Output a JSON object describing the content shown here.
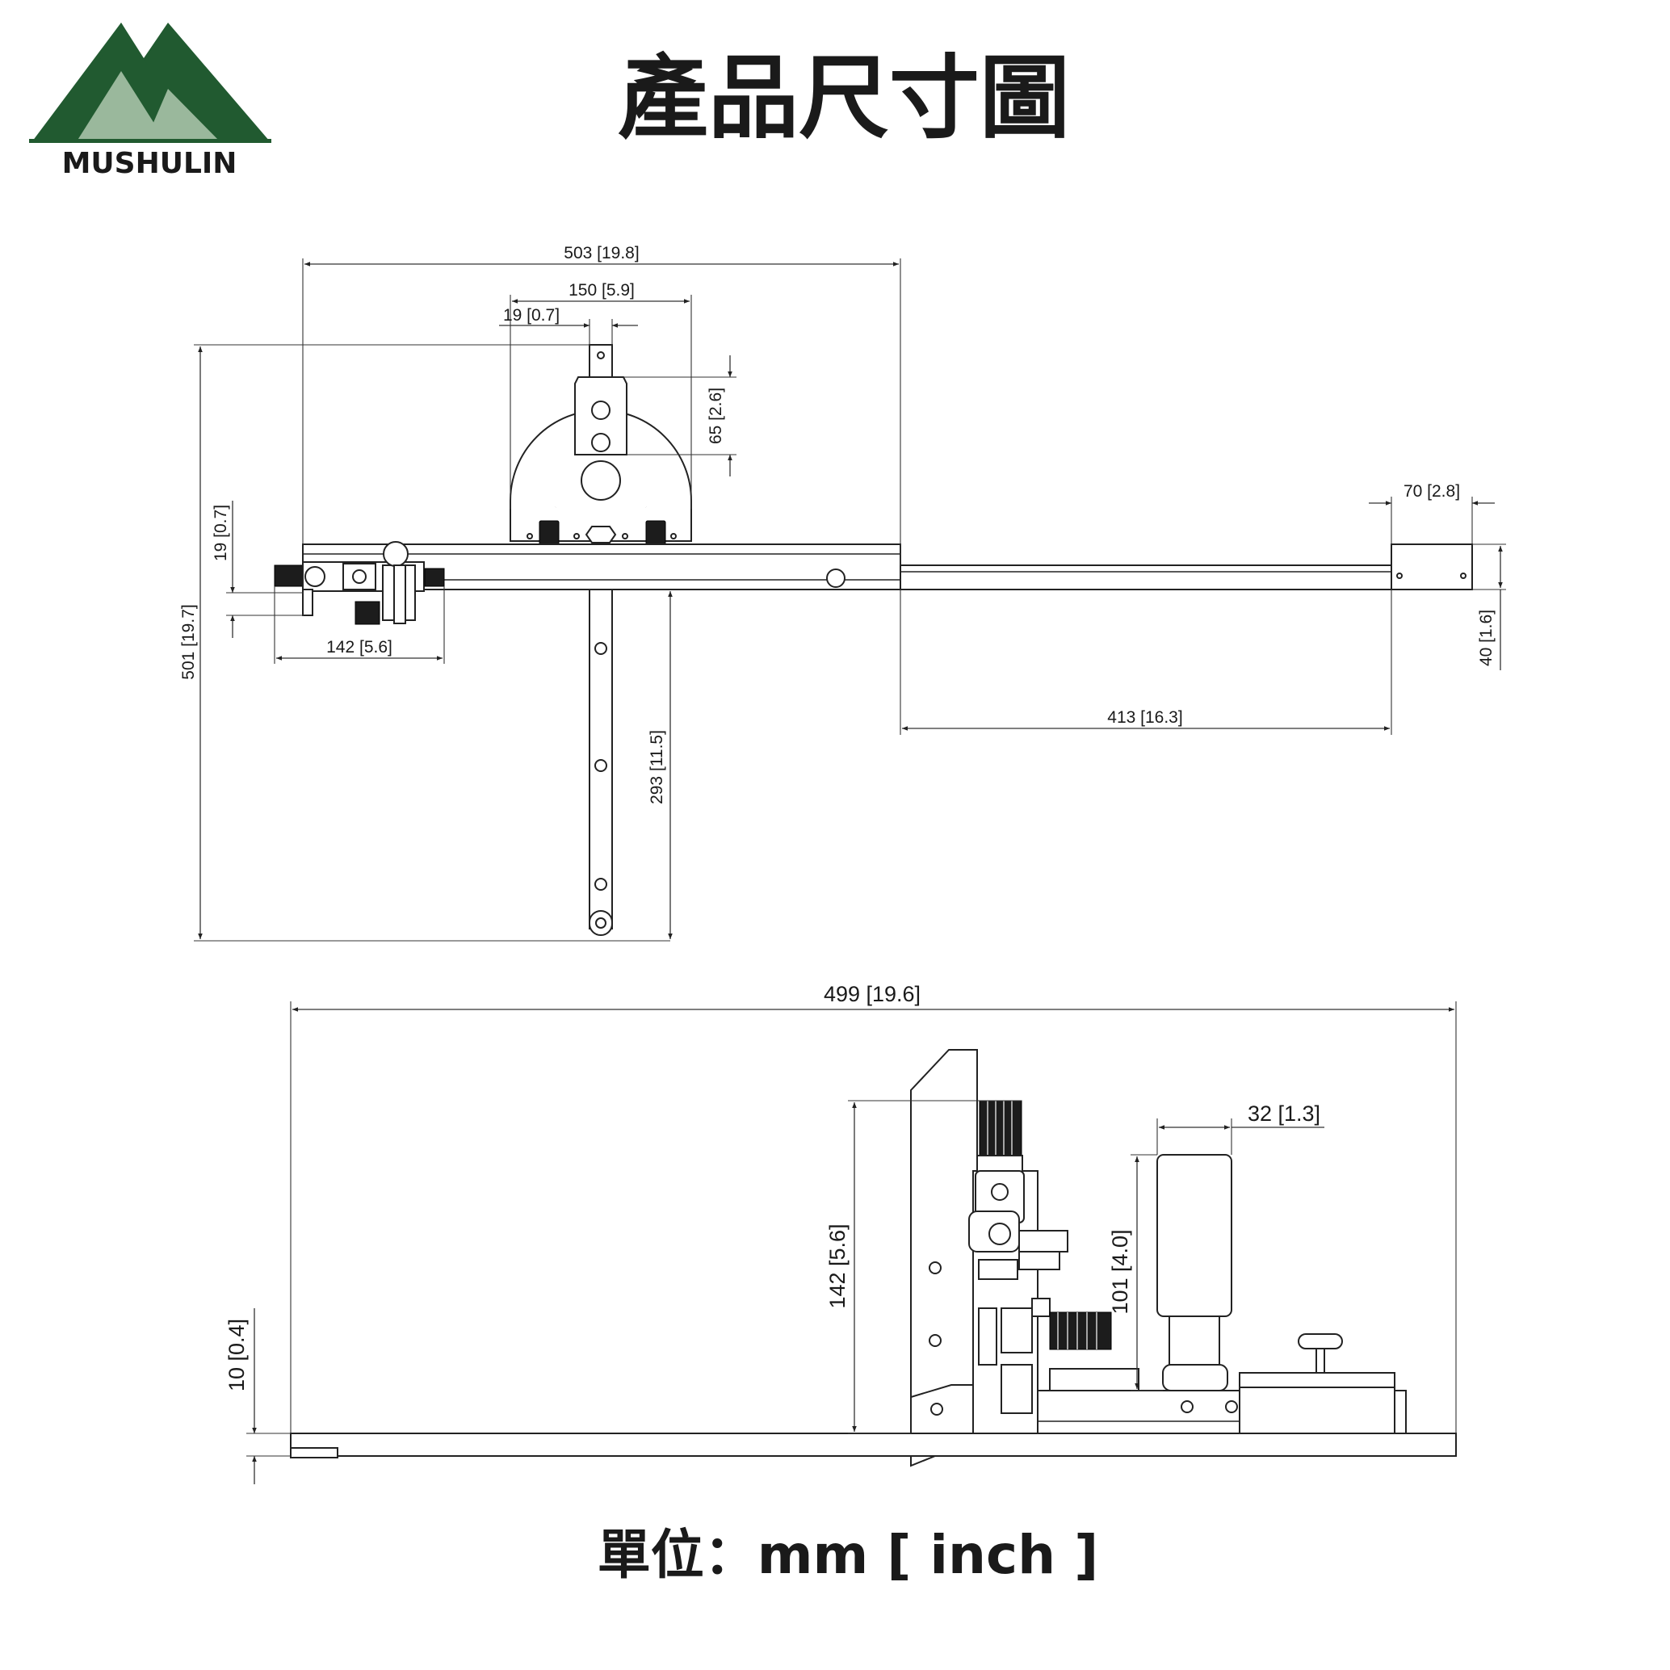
{
  "brand": {
    "name": "MUSHULIN",
    "colors": {
      "dark_green": "#215a30",
      "light_green": "#9ab89c"
    }
  },
  "title": "產品尺寸圖",
  "unit_label": "單位：mm [ inch ]",
  "top_view": {
    "dimensions": {
      "overall_width": "503 [19.8]",
      "protractor_width": "150 [5.9]",
      "stop_width": "19 [0.7]",
      "stop_height": "65 [2.6]",
      "end_block_width": "70 [2.8]",
      "end_block_height": "40 [1.6]",
      "left_offset": "19 [0.7]",
      "overall_height": "501 [19.7]",
      "flip_stop_width": "142 [5.6]",
      "bar_length": "293 [11.5]",
      "extension_length": "413 [16.3]"
    }
  },
  "side_view": {
    "dimensions": {
      "overall_length": "499 [19.6]",
      "height": "142 [5.6]",
      "handle_width": "32 [1.3]",
      "handle_height": "101 [4.0]",
      "base_thickness": "10 [0.4]"
    }
  }
}
